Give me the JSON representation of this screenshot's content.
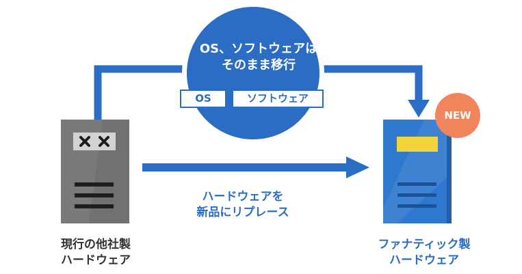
{
  "circle": {
    "line1": "OS、ソフトウェアは",
    "line2": "そのまま移行",
    "tag_os": "OS",
    "tag_software": "ソフトウェア"
  },
  "middle_label": {
    "line1": "ハードウェアを",
    "line2": "新品にリプレース"
  },
  "old_hardware": {
    "line1": "現行の他社製",
    "line2": "ハードウェア"
  },
  "new_hardware": {
    "line1": "ファナティック製",
    "line2": "ハードウェア",
    "badge": "NEW"
  },
  "colors": {
    "accent_blue": "#2b6cc4",
    "old_server_gray": "#7a7a7a",
    "new_server_blue": "#2f78cf",
    "badge_orange": "#f2845c",
    "yellow_panel": "#f2d43a"
  }
}
